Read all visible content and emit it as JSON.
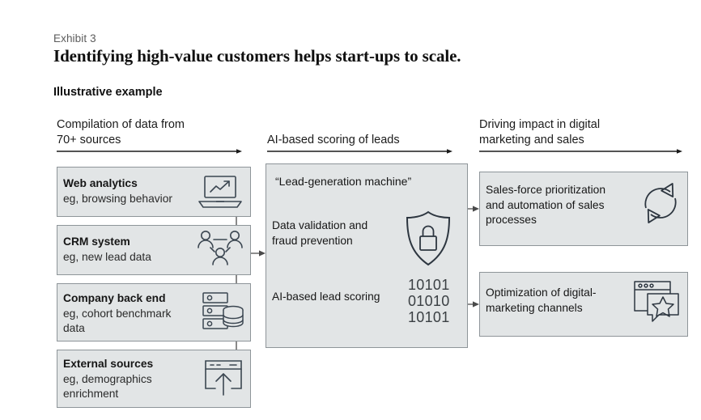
{
  "header": {
    "exhibit_label": "Exhibit 3",
    "title": "Identifying high-value customers helps start-ups to scale.",
    "subtitle": "Illustrative example"
  },
  "columns": [
    {
      "id": "compilation",
      "heading": "Compilation of data from\n70+ sources"
    },
    {
      "id": "scoring",
      "heading": "AI-based scoring of leads"
    },
    {
      "id": "impact",
      "heading": "Driving impact in digital\nmarketing and sales"
    }
  ],
  "sources": [
    {
      "id": "web-analytics",
      "title": "Web analytics",
      "example": "eg, browsing behavior",
      "icon": "laptop-chart-icon"
    },
    {
      "id": "crm-system",
      "title": "CRM system",
      "example": "eg, new lead data",
      "icon": "people-network-icon"
    },
    {
      "id": "company-backend",
      "title": "Company back end",
      "example": "eg, cohort benchmark\ndata",
      "icon": "server-database-icon"
    },
    {
      "id": "external",
      "title": "External sources",
      "example": "eg, demographics\nenrichment",
      "icon": "upload-window-icon"
    }
  ],
  "engine": {
    "title": "“Lead-generation machine”",
    "row1_label": "Data validation and\nfraud prevention",
    "row1_icon": "shield-lock-icon",
    "row2_label": "AI-based lead scoring",
    "row2_icon": "binary-digits-icon",
    "binary": [
      "10101",
      "01010",
      "10101"
    ]
  },
  "outcomes": [
    {
      "id": "sales-force",
      "label": "Sales-force prioritization\nand automation of sales\nprocesses",
      "icon": "circular-arrows-icon"
    },
    {
      "id": "optimization",
      "label": "Optimization of digital-\nmarketing channels",
      "icon": "browser-star-icon"
    }
  ],
  "colors": {
    "card_fill": "#e2e5e6",
    "card_border": "#8e9599",
    "icon_stroke": "#3b4651",
    "rule": "#1b1b1b",
    "connector": "#4a4a4a"
  }
}
